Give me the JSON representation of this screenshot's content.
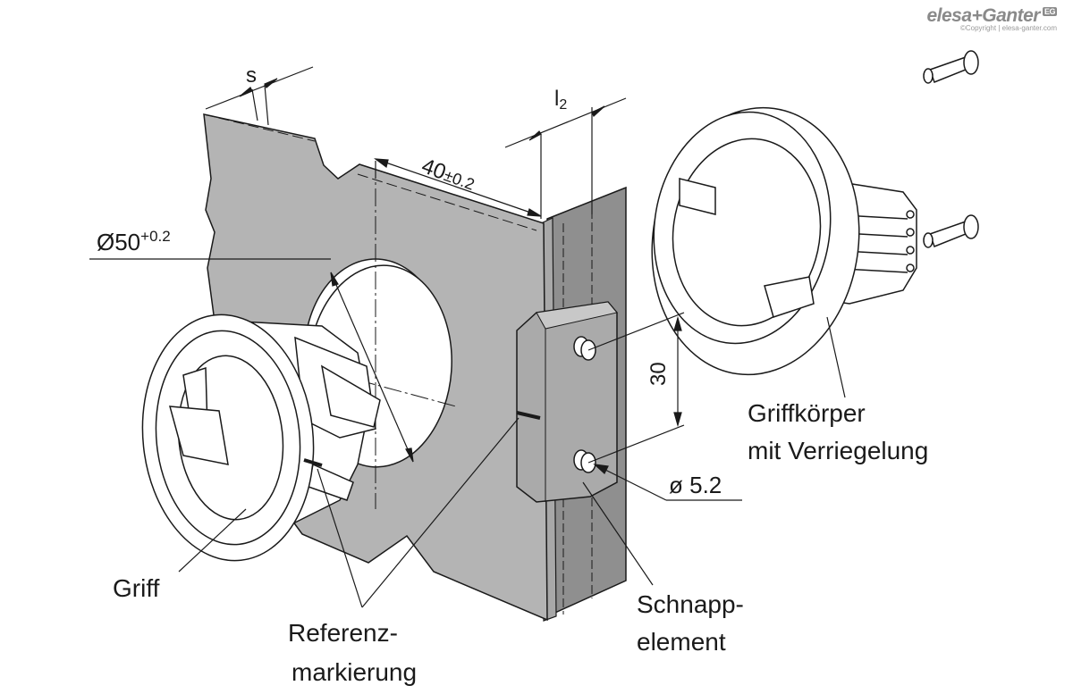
{
  "brand": {
    "name": "elesa+Ganter",
    "badge": "EG",
    "copyright": "©Copyright | elesa-ganter.com"
  },
  "dimensions": {
    "s": "s",
    "l2": "l",
    "l2_sub": "2",
    "width": "40",
    "width_tol": "±0.2",
    "diameter": "Ø50",
    "diameter_tol": "+0.2",
    "hole_spacing": "30",
    "hole_diameter": "ø 5.2"
  },
  "labels": {
    "griff": "Griff",
    "referenz_1": "Referenz-",
    "referenz_2": "markierung",
    "schnapp_1": "Schnapp-",
    "schnapp_2": "element",
    "griffkoerper_1": "Griffkörper",
    "griffkoerper_2": "mit Verriegelung"
  },
  "colors": {
    "panel": "#b4b4b4",
    "panel_dark": "#8f8f8f",
    "line": "#1a1a1a",
    "part": "#ffffff"
  }
}
